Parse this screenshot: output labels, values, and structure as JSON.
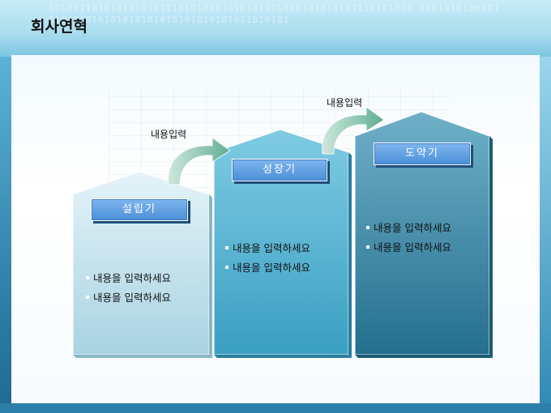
{
  "slide": {
    "title": "회사연혁"
  },
  "stages": [
    {
      "label": "설립기",
      "items": [
        "내용을 입력하세요",
        "내용을 입력하세요"
      ]
    },
    {
      "label": "성장기",
      "items": [
        "내용을 입력하세요",
        "내용을 입력하세요"
      ]
    },
    {
      "label": "도약기",
      "items": [
        "내용을 입력하세요",
        "내용을 입력하세요"
      ]
    }
  ],
  "arrows": [
    {
      "label": "내용입력"
    },
    {
      "label": "내용입력"
    }
  ],
  "colors": {
    "stage1": "#bfe1ec",
    "stage2": "#4fb0d0",
    "stage3": "#2e7f9e",
    "badge": "#5f9fe2",
    "arrow": "#6fb8a0"
  }
}
